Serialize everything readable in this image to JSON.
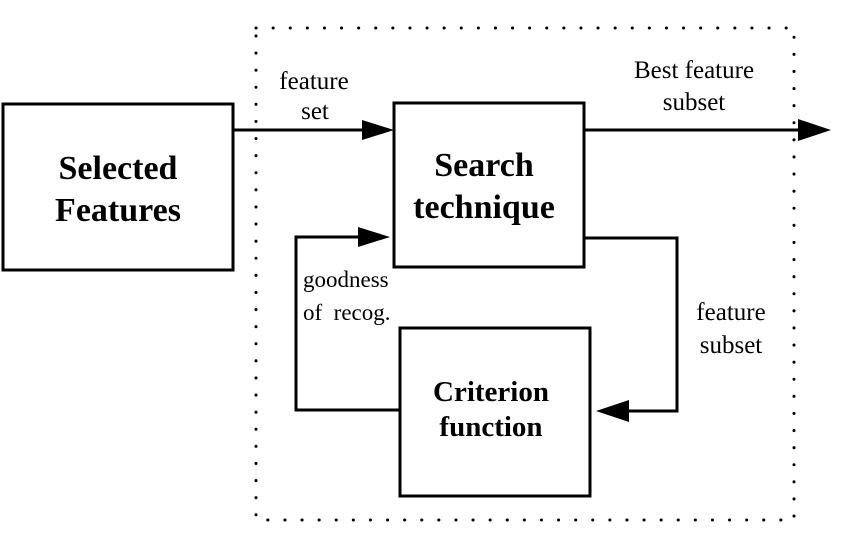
{
  "boxes": {
    "selected_features": {
      "line1": "Selected",
      "line2": "Features"
    },
    "search_technique": {
      "line1": "Search",
      "line2": "technique"
    },
    "criterion_function": {
      "line1": "Criterion",
      "line2": "function"
    }
  },
  "labels": {
    "feature_set": {
      "line1": "feature",
      "line2": "set"
    },
    "best_feature_subset": {
      "line1": "Best feature",
      "line2": "subset"
    },
    "goodness_of_recog": {
      "line1": "goodness",
      "line2": "of  recog."
    },
    "feature_subset": {
      "line1": "feature",
      "line2": "subset"
    }
  }
}
